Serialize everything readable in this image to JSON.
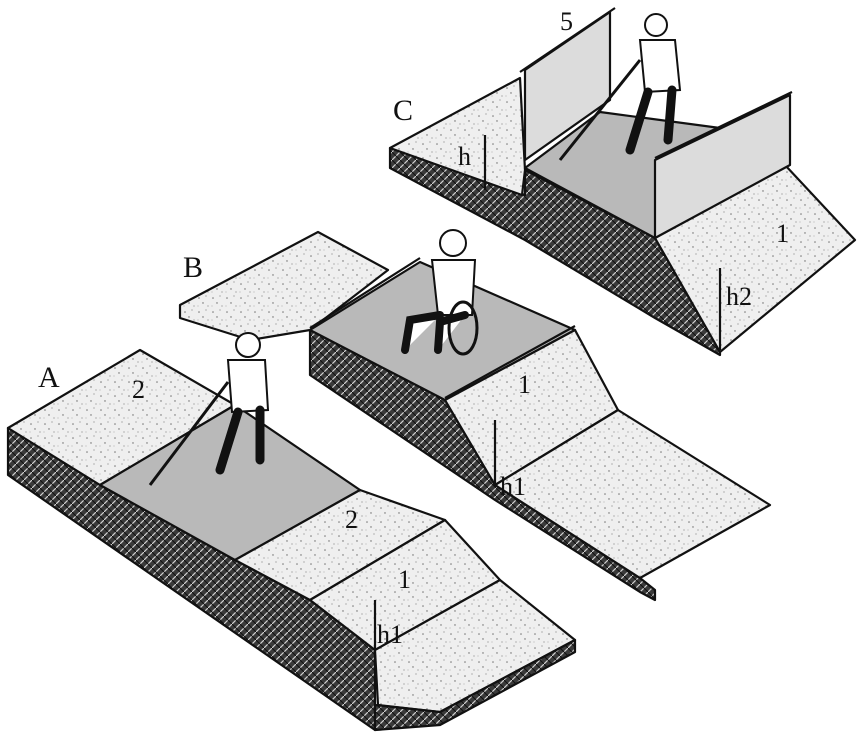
{
  "figure": {
    "variants": [
      {
        "id": "A",
        "label": "A"
      },
      {
        "id": "B",
        "label": "B"
      },
      {
        "id": "C",
        "label": "C"
      }
    ],
    "callouts": {
      "a_top": "2",
      "a_mid": "2",
      "a_ramp": "1",
      "a_height": "h1",
      "b_ramp": "1",
      "b_height": "h1",
      "c_height": "h",
      "c_ramp": "1",
      "c_height2": "h2",
      "c_rail": "5"
    },
    "colors": {
      "paving": "#ececec",
      "tactile": "#b9b9b9",
      "hatch": "#2a2a2a",
      "glass": "#dcdcdc"
    }
  }
}
